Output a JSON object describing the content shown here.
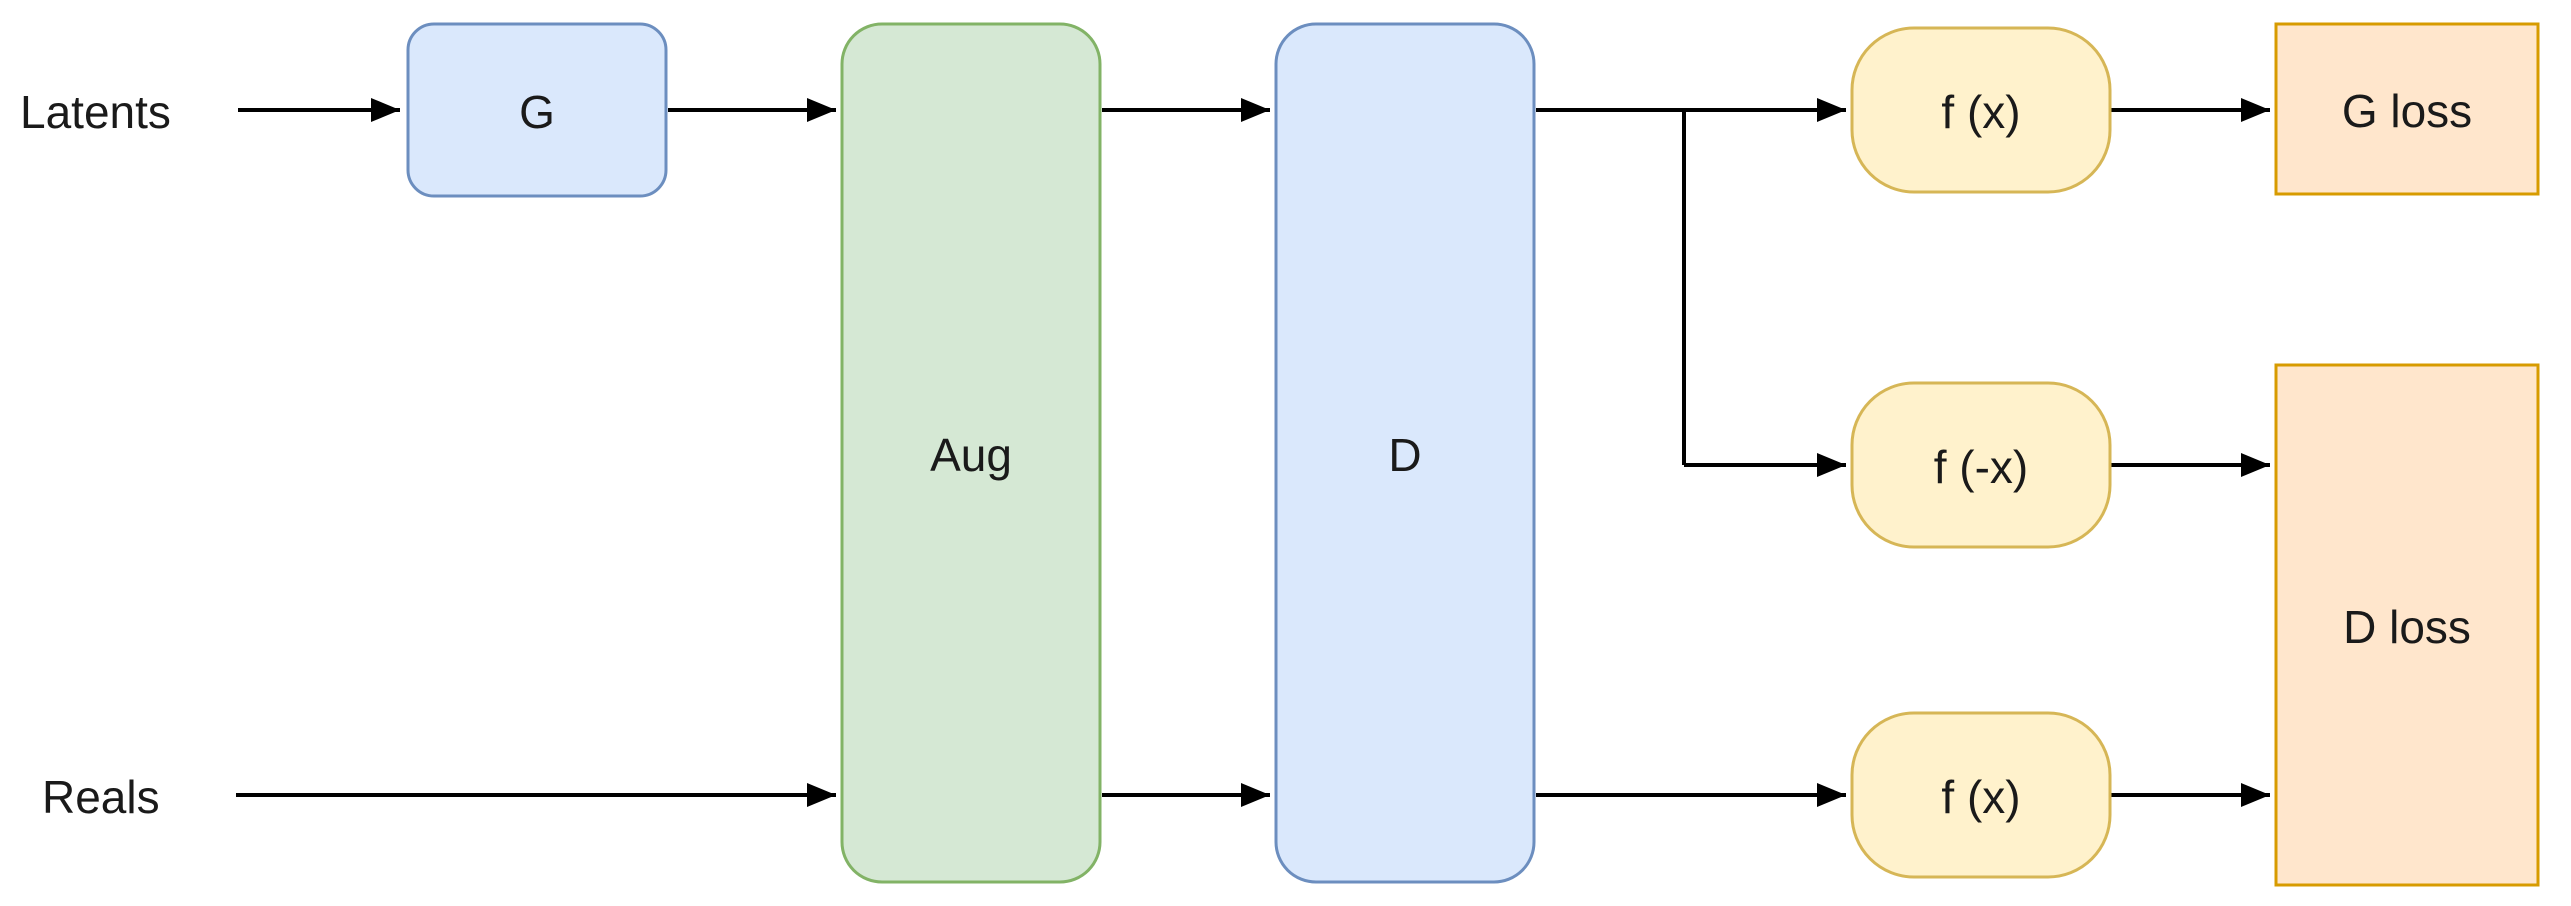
{
  "diagram": {
    "inputs": {
      "latents_label": "Latents",
      "reals_label": "Reals"
    },
    "nodes": {
      "generator": "G",
      "augmentation": "Aug",
      "discriminator": "D",
      "f_x_fake": "f (x)",
      "f_neg_x": "f (-x)",
      "f_x_real": "f (x)",
      "g_loss": "G loss",
      "d_loss": "D loss"
    },
    "colors": {
      "background": "#ffffff",
      "blue_fill": "#dae8fc",
      "blue_stroke": "#6c8ebf",
      "green_fill": "#d5e8d4",
      "green_stroke": "#82b366",
      "yellow_fill": "#fff2cc",
      "yellow_stroke": "#d6b656",
      "orange_fill": "#ffe6cc",
      "orange_stroke": "#d79b00",
      "connector": "#000000"
    }
  }
}
